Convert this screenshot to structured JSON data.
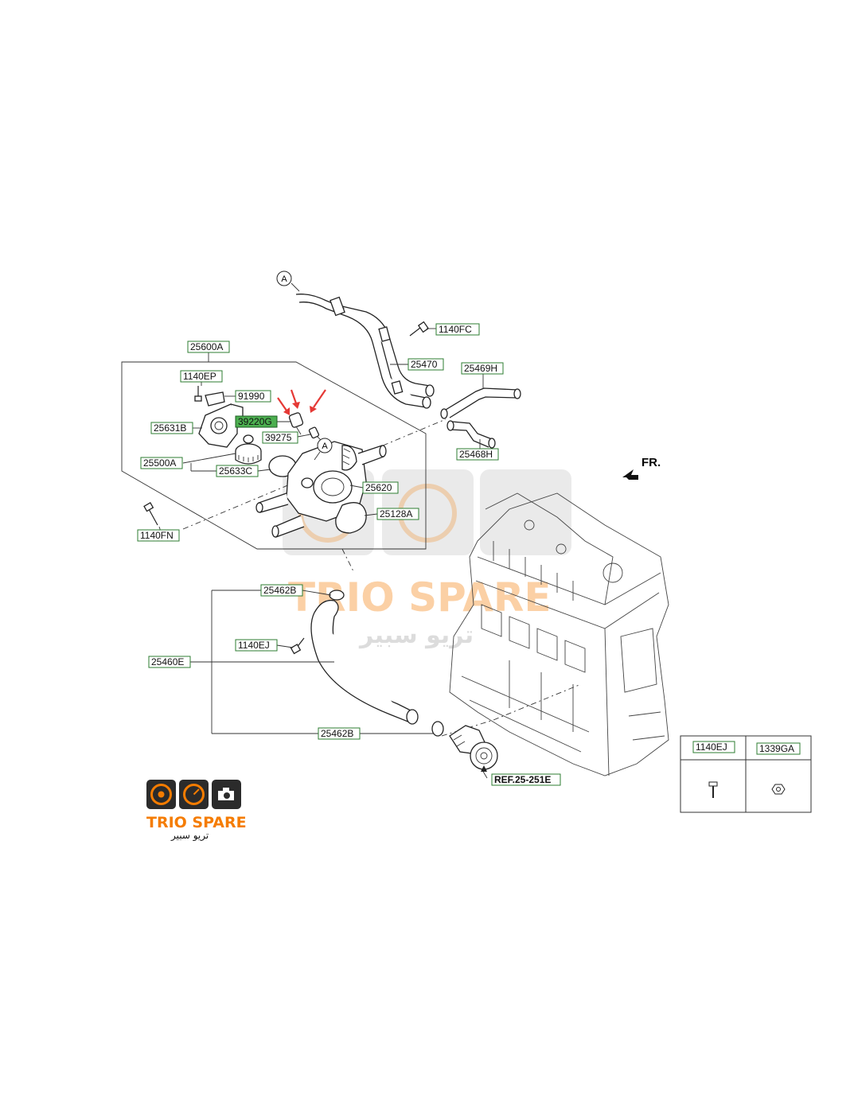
{
  "labels": {
    "c25600A": "25600A",
    "c1140EP": "1140EP",
    "c91990": "91990",
    "c39220G": "39220G",
    "c25631B": "25631B",
    "c39275": "39275",
    "c25500A": "25500A",
    "c25633C": "25633C",
    "c25620": "25620",
    "c25128A": "25128A",
    "c1140FN": "1140FN",
    "c1140FC": "1140FC",
    "c25470": "25470",
    "c25469H": "25469H",
    "c25468H": "25468H",
    "c25462B_top": "25462B",
    "c1140EJ": "1140EJ",
    "c25460E": "25460E",
    "c25462B_bottom": "25462B",
    "ref": "REF.25-251E"
  },
  "callout_a": "A",
  "fr": "FR.",
  "legend": {
    "col1": "1140EJ",
    "col2": "1339GA"
  },
  "watermark": {
    "en": "TRIO SPARE",
    "ar": "تريو سبير"
  },
  "logo": {
    "title": "TRIO SPARE",
    "arabic": "تريو سبير"
  },
  "colors": {
    "highlight": "#4caf50",
    "label_border": "#2e7d32",
    "arrow": "#e53935",
    "brand_orange": "#f57c00"
  }
}
